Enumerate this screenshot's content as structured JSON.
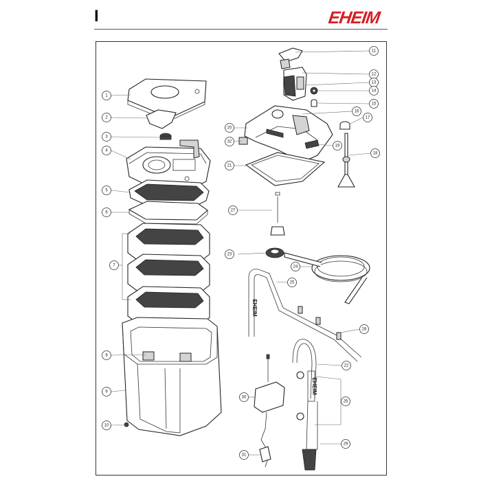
{
  "header": {
    "section_letter": "I",
    "brand": "EHEIM"
  },
  "callouts": [
    "1",
    "2",
    "3",
    "4",
    "5",
    "6",
    "7",
    "8",
    "9",
    "10",
    "11",
    "12",
    "13",
    "14",
    "15",
    "16",
    "17",
    "18",
    "19",
    "20",
    "21",
    "22",
    "23",
    "24",
    "25",
    "26",
    "27",
    "28",
    "29",
    "30",
    "31",
    "32"
  ],
  "part_prints": {
    "tube_brand": "EHEIM"
  }
}
